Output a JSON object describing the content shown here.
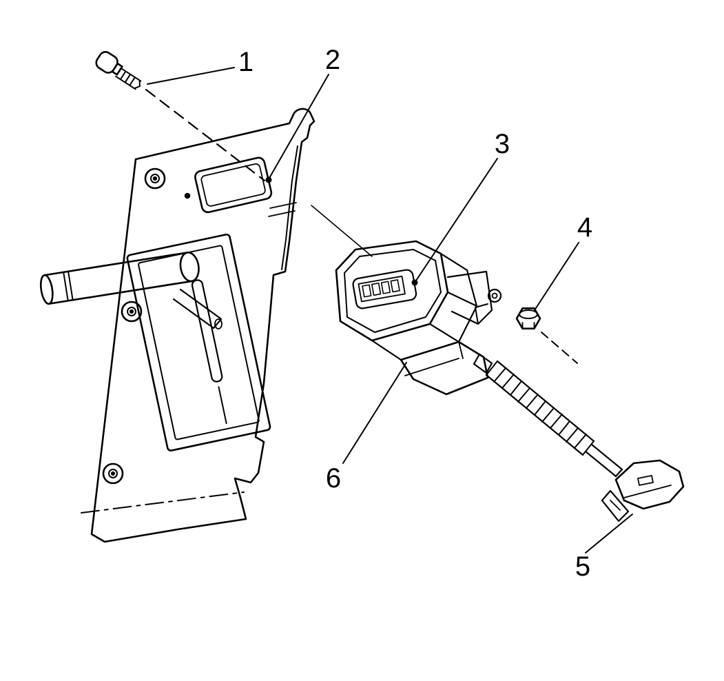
{
  "figure": {
    "type": "exploded-parts-diagram",
    "callouts": [
      {
        "label": "1",
        "part": "mounting-screw"
      },
      {
        "label": "2",
        "part": "shifter-plate-hole"
      },
      {
        "label": "3",
        "part": "switch-connector-face"
      },
      {
        "label": "4",
        "part": "nut"
      },
      {
        "label": "5",
        "part": "cable-end"
      },
      {
        "label": "6",
        "part": "switch-body"
      }
    ]
  },
  "colors": {
    "line": "#000000",
    "background": "#ffffff"
  }
}
